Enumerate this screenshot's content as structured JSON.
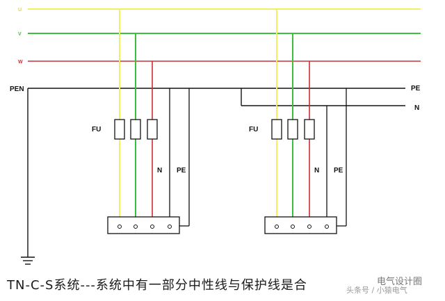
{
  "labels": {
    "phase_u": "U",
    "phase_v": "V",
    "phase_w": "W",
    "pen": "PEN",
    "pe_right": "PE",
    "n_right": "N",
    "fu_left": "FU",
    "n_left": "N",
    "pe_left": "PE",
    "fu_right": "FU",
    "n_right_branch": "N",
    "pe_right_branch": "PE"
  },
  "caption": "TN-C-S系统---系统中有一部分中性线与保护线是合",
  "watermark_top": "电气设计圈",
  "watermark_bottom": "头条号 / 小猿电气",
  "colors": {
    "phase_u": "#f0f060",
    "phase_v": "#3cbf3c",
    "phase_w": "#c83030",
    "pen": "#111111"
  }
}
